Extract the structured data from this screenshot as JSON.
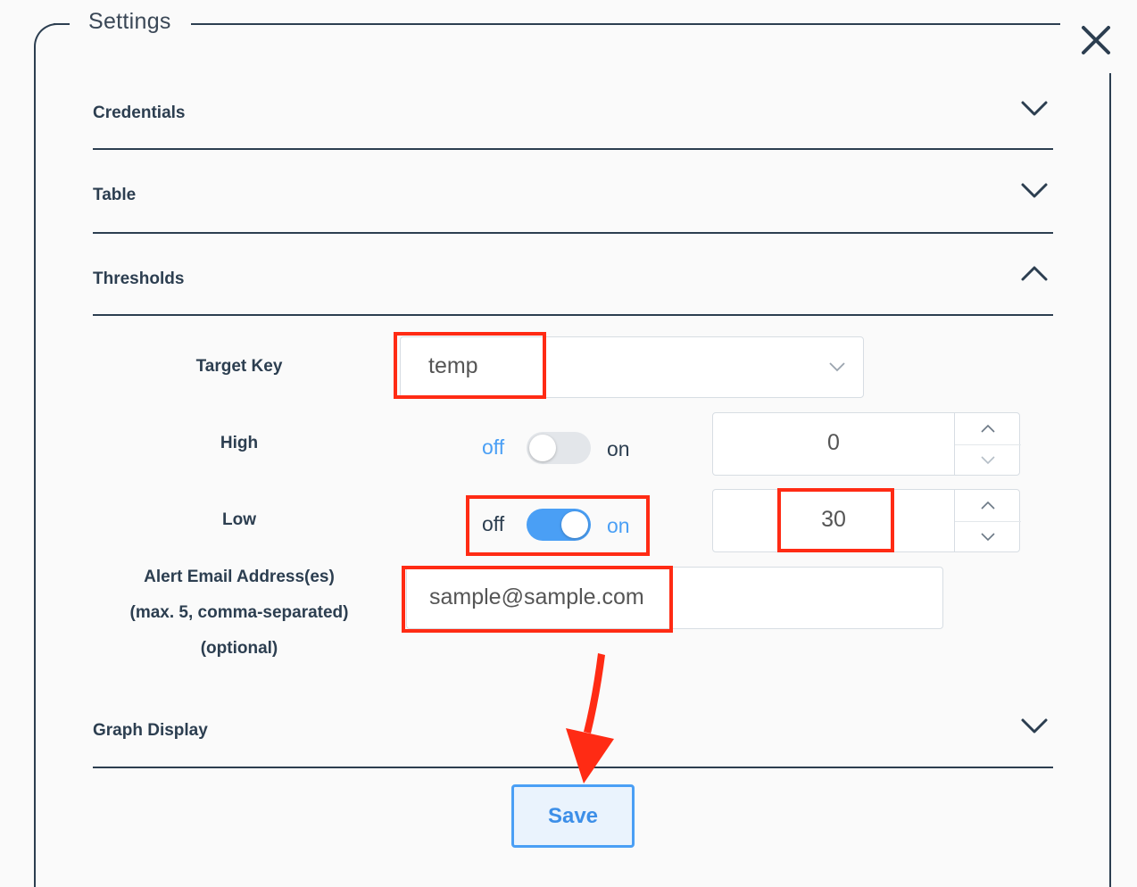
{
  "dialog": {
    "title": "Settings"
  },
  "sections": {
    "credentials": "Credentials",
    "table": "Table",
    "thresholds": "Thresholds",
    "graph_display": "Graph Display"
  },
  "thresholds": {
    "target_key": {
      "label": "Target Key",
      "value": "temp"
    },
    "high": {
      "label": "High",
      "off_label": "off",
      "on_label": "on",
      "enabled": false,
      "value": "0"
    },
    "low": {
      "label": "Low",
      "off_label": "off",
      "on_label": "on",
      "enabled": true,
      "value": "30"
    },
    "alert_email": {
      "label_line1": "Alert Email Address(es)",
      "label_line2": "(max. 5, comma-separated)",
      "label_line3": "(optional)",
      "value": "sample@sample.com"
    }
  },
  "actions": {
    "save_label": "Save"
  },
  "icons": {
    "close": "close-icon",
    "expand": "chevron-down-icon",
    "collapse": "chevron-up-icon",
    "stepper_up": "caret-up-icon",
    "stepper_down": "caret-down-icon"
  },
  "colors": {
    "text": "#2c3e50",
    "accent": "#4a9ff5",
    "annotation": "#ff2b14"
  }
}
